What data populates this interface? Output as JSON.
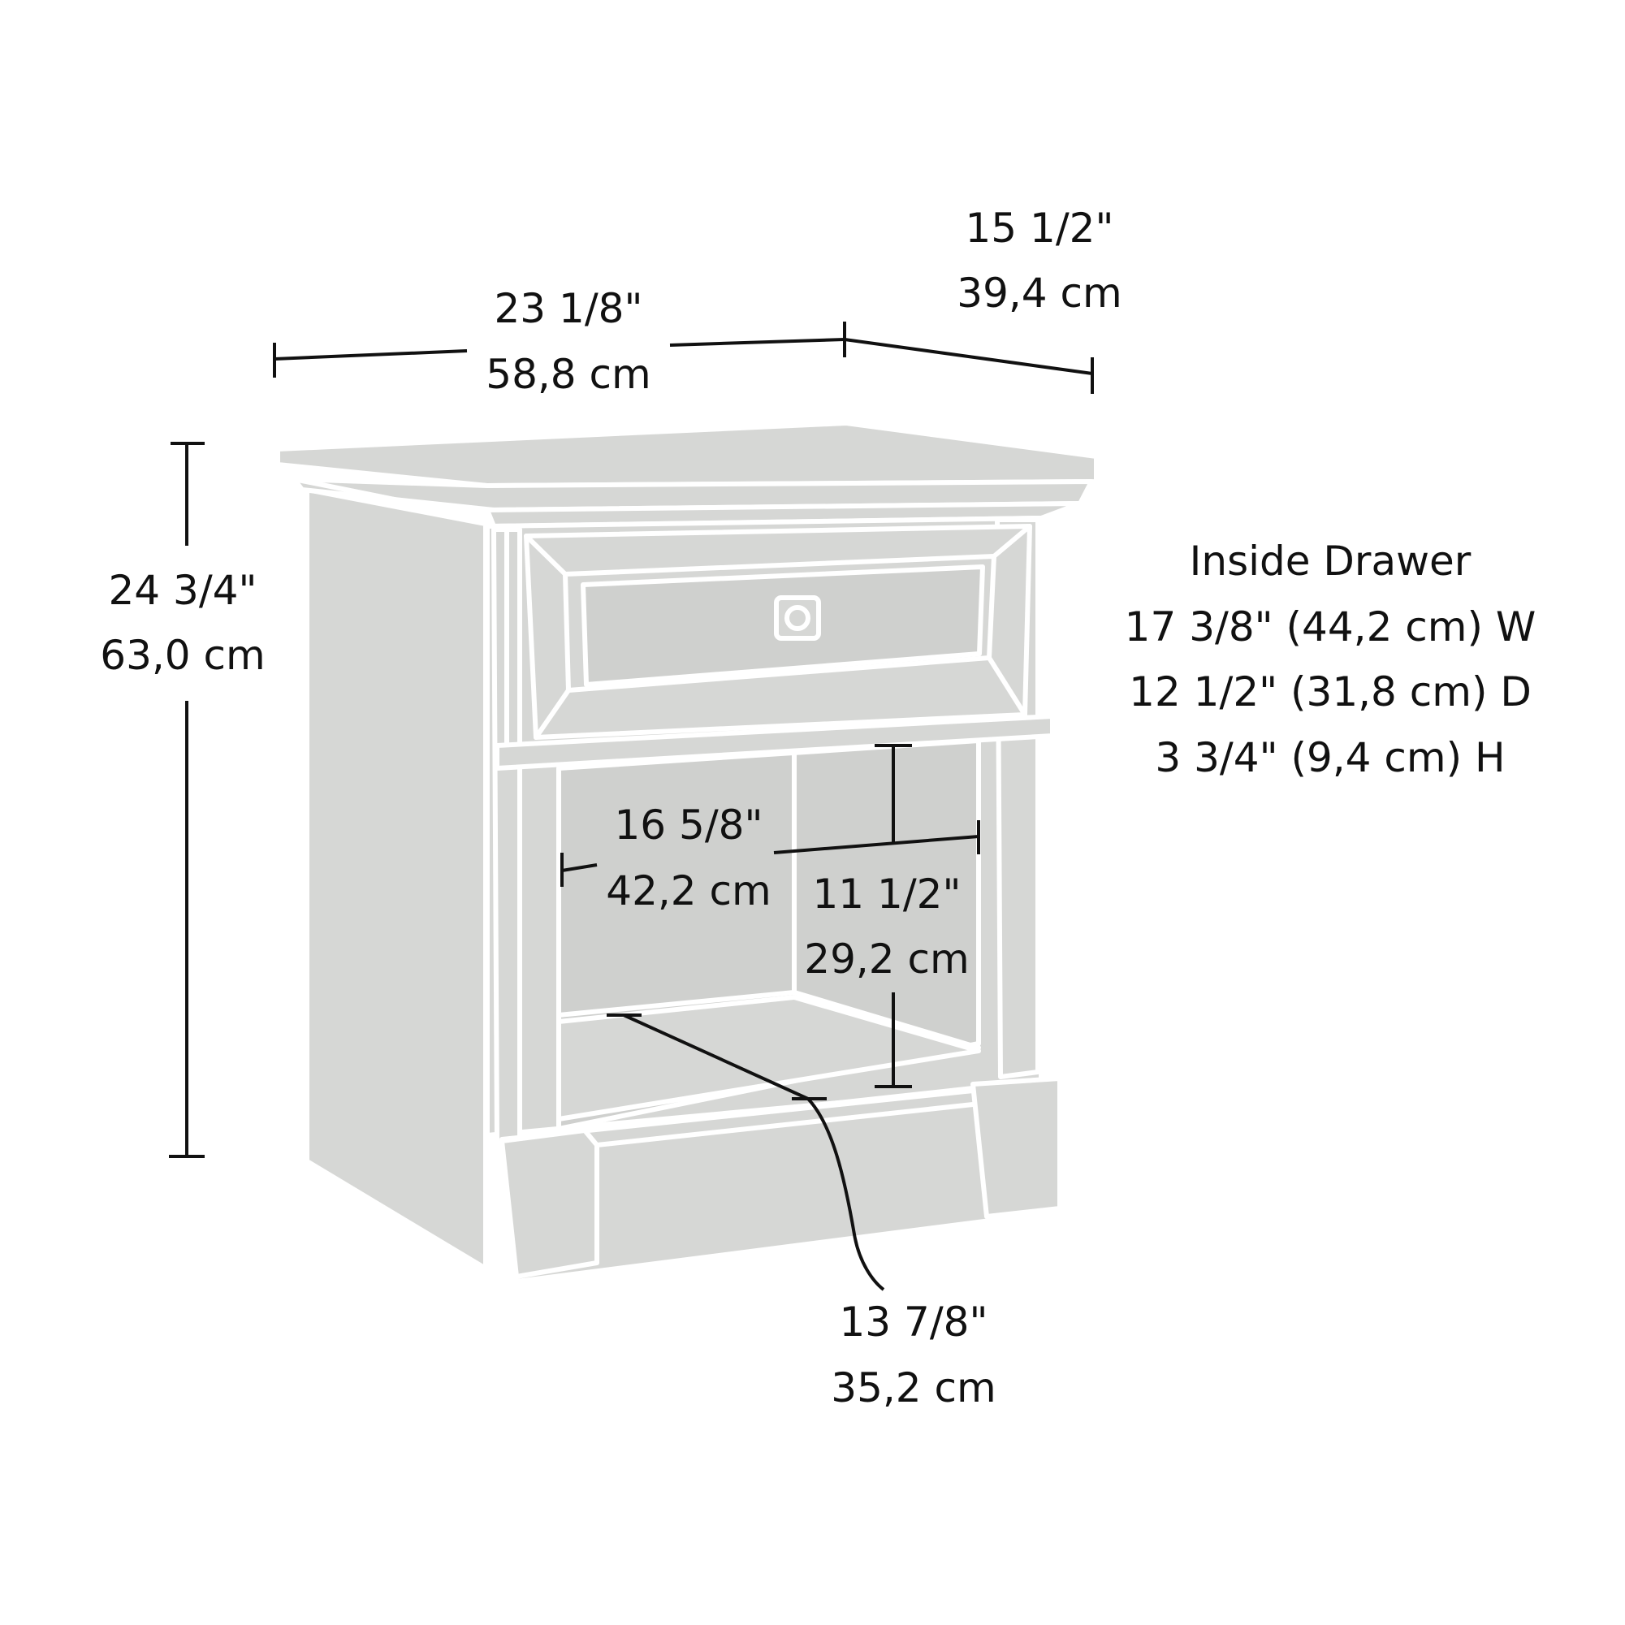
{
  "dimensions": {
    "width": {
      "imperial": "23 1/8\"",
      "metric": "58,8 cm"
    },
    "depth": {
      "imperial": "15 1/2\"",
      "metric": "39,4 cm"
    },
    "height": {
      "imperial": "24 3/4\"",
      "metric": "63,0 cm"
    },
    "opening_width": {
      "imperial": "16 5/8\"",
      "metric": "42,2 cm"
    },
    "opening_height": {
      "imperial": "11 1/2\"",
      "metric": "29,2 cm"
    },
    "opening_depth": {
      "imperial": "13 7/8\"",
      "metric": "35,2 cm"
    }
  },
  "inside_drawer": {
    "title": "Inside Drawer",
    "width": "17 3/8\" (44,2 cm) W",
    "depth": "12 1/2\" (31,8 cm) D",
    "height": "3 3/4\" (9,4 cm) H"
  },
  "colors": {
    "furniture_fill": "#d6d7d5",
    "outline": "#ffffff",
    "dimension_lines": "#111111",
    "background": "#ffffff"
  }
}
